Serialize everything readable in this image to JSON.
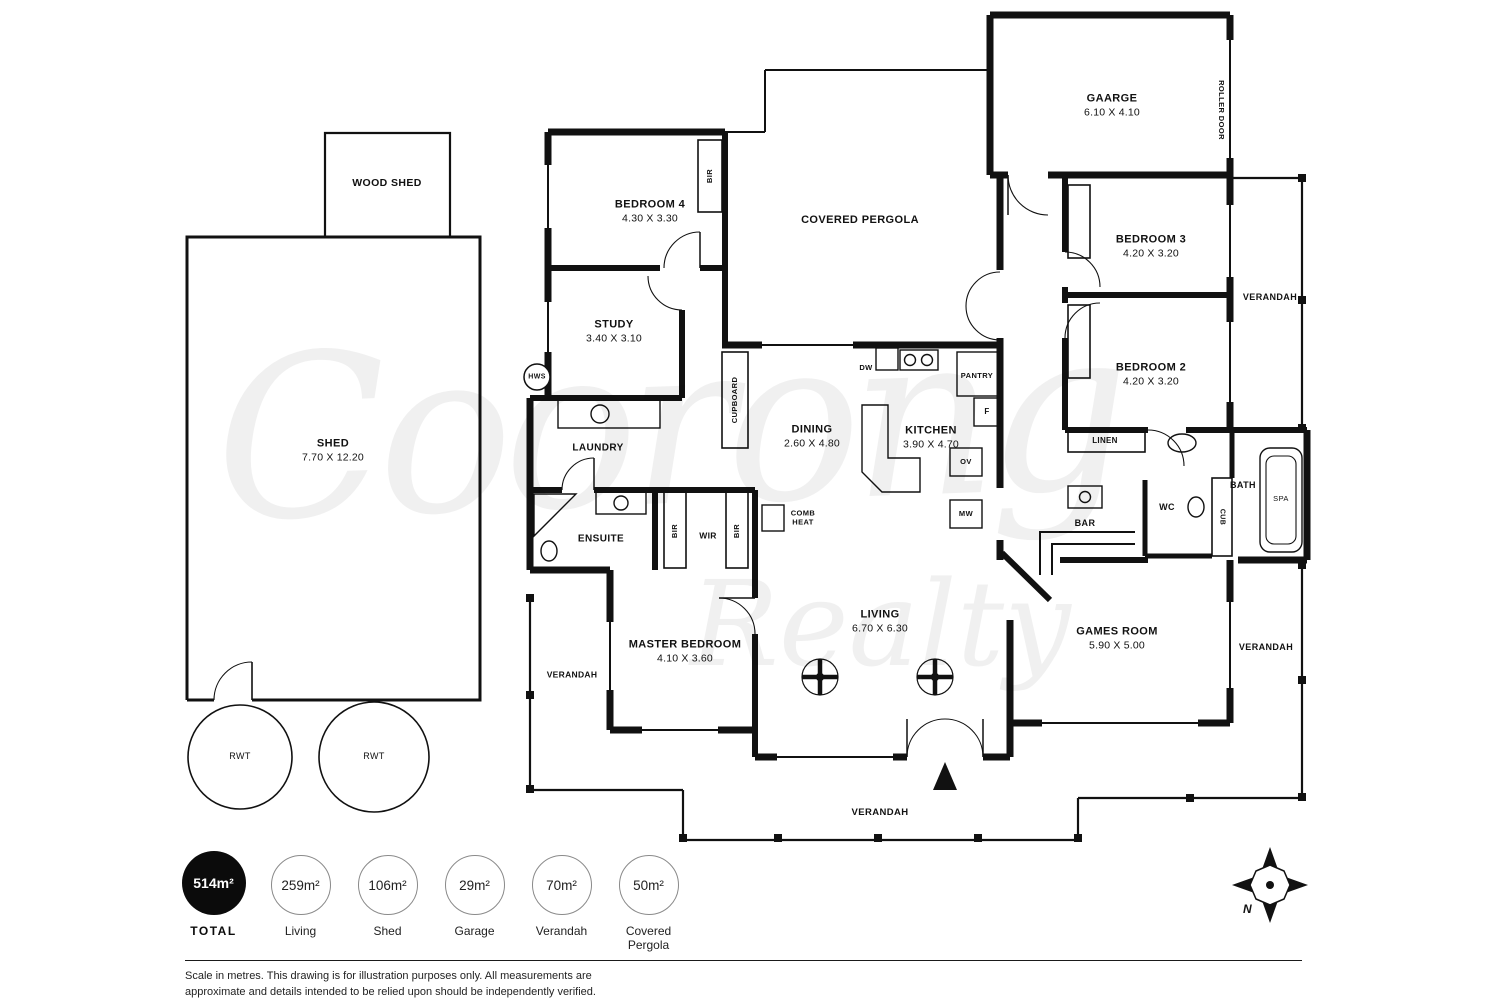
{
  "watermark": {
    "line1": "Coorong",
    "line2": "Realty"
  },
  "rooms": {
    "wood_shed": {
      "name": "WOOD SHED"
    },
    "shed": {
      "name": "SHED",
      "dims": "7.70 X 12.20"
    },
    "rwt": "RWT",
    "bedroom4": {
      "name": "BEDROOM 4",
      "dims": "4.30 X 3.30"
    },
    "study": {
      "name": "STUDY",
      "dims": "3.40 X 3.10"
    },
    "covered_pergola": {
      "name": "COVERED PERGOLA"
    },
    "garage": {
      "name": "GAARGE",
      "dims": "6.10 X 4.10"
    },
    "bedroom3": {
      "name": "BEDROOM 3",
      "dims": "4.20 X 3.20"
    },
    "bedroom2": {
      "name": "BEDROOM 2",
      "dims": "4.20 X 3.20"
    },
    "dining": {
      "name": "DINING",
      "dims": "2.60 X 4.80"
    },
    "kitchen": {
      "name": "KITCHEN",
      "dims": "3.90 X 4.70"
    },
    "laundry": {
      "name": "LAUNDRY"
    },
    "ensuite": {
      "name": "ENSUITE"
    },
    "wir": {
      "name": "WIR"
    },
    "master": {
      "name": "MASTER BEDROOM",
      "dims": "4.10 X 3.60"
    },
    "living": {
      "name": "LIVING",
      "dims": "6.70 X 6.30"
    },
    "games": {
      "name": "GAMES ROOM",
      "dims": "5.90 X 5.00"
    },
    "bar": {
      "name": "BAR"
    },
    "wc": {
      "name": "WC"
    },
    "linen": {
      "name": "LINEN"
    },
    "bath": {
      "name": "BATH"
    },
    "spa": {
      "name": "SPA"
    },
    "verandah": "VERANDAH"
  },
  "fixtures": {
    "bir": "BIR",
    "cupboard": "CUPBOARD",
    "hws": "HWS",
    "pantry": "PANTRY",
    "dw": "DW",
    "f": "F",
    "ov": "OV",
    "mw": "MW",
    "comb_heat": "COMB HEAT",
    "roller_door": "ROLLER DOOR",
    "cub": "CUB"
  },
  "legend": {
    "total": {
      "value": "514m²",
      "label": "TOTAL"
    },
    "items": [
      {
        "value": "259m²",
        "label": "Living"
      },
      {
        "value": "106m²",
        "label": "Shed"
      },
      {
        "value": "29m²",
        "label": "Garage"
      },
      {
        "value": "70m²",
        "label": "Verandah"
      },
      {
        "value": "50m²",
        "label": "Covered Pergola"
      }
    ]
  },
  "compass": {
    "north": "N"
  },
  "disclaimer": "Scale in metres. This drawing is for illustration purposes only. All measurements are approximate and details intended to be relied upon should be independently verified."
}
